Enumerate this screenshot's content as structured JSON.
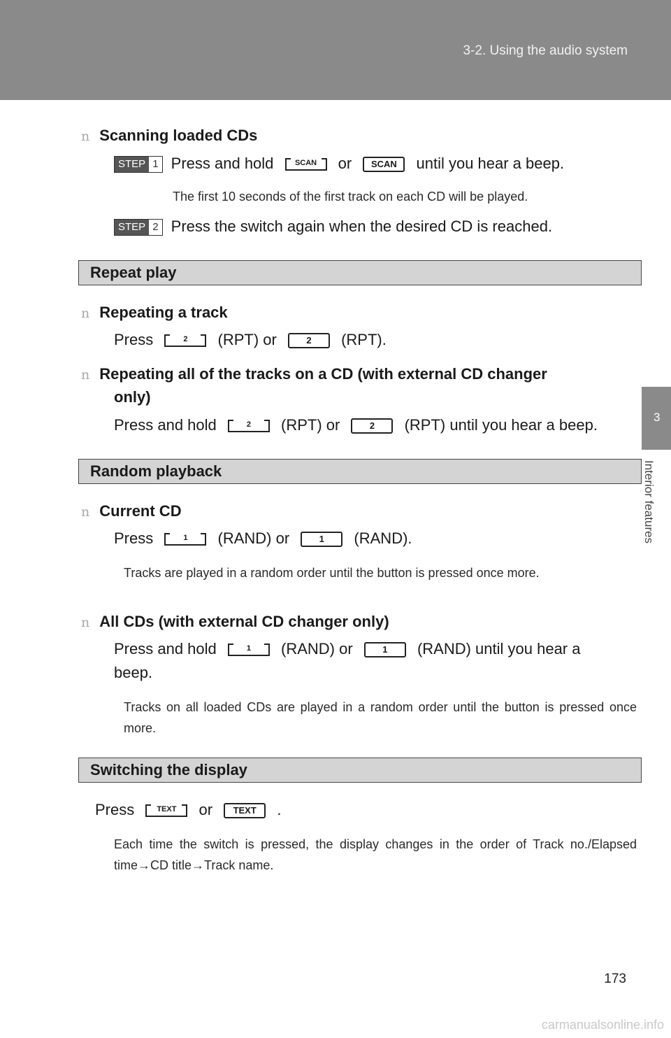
{
  "header": {
    "title": "3-2. Using the audio system"
  },
  "side_tab": {
    "number": "3",
    "label": "Interior features"
  },
  "bullet_glyph": "n",
  "scan": {
    "heading": "Scanning loaded CDs",
    "step1": {
      "badge": "STEP",
      "num": "1",
      "pre": "Press and hold",
      "key1": "SCAN",
      "or": "or",
      "key2": "SCAN",
      "post": "until you hear a beep."
    },
    "note": "The first 10 seconds of the first track on each CD will be played.",
    "step2": {
      "badge": "STEP",
      "num": "2",
      "text": "Press the switch again when the desired CD is reached."
    }
  },
  "repeat": {
    "title": "Repeat play",
    "track": {
      "heading": "Repeating a track",
      "pre": "Press",
      "key": "2",
      "mid": "(RPT) or",
      "post": "(RPT)."
    },
    "all": {
      "heading_l1": "Repeating all of the tracks on a CD (with external CD changer",
      "heading_l2": "only)",
      "pre": "Press and hold",
      "key": "2",
      "mid": "(RPT) or",
      "post": "(RPT) until you hear a beep."
    }
  },
  "random": {
    "title": "Random playback",
    "current": {
      "heading": "Current CD",
      "pre": "Press",
      "key": "1",
      "mid": "(RAND) or",
      "post": "(RAND).",
      "note": "Tracks are played in a random order until the button is pressed once more."
    },
    "all": {
      "heading": "All CDs (with external CD changer only)",
      "pre": "Press and hold",
      "key": "1",
      "mid": "(RAND) or",
      "post": "(RAND) until you hear a",
      "post2": "beep.",
      "note": "Tracks on all loaded CDs are played in a random order until the button is pressed once more."
    }
  },
  "display": {
    "title": "Switching the display",
    "pre": "Press",
    "key": "TEXT",
    "or": "or",
    "end": ".",
    "note": "Each time the switch is pressed, the display changes in the order of Track no./Elapsed time→CD title→Track name."
  },
  "page_number": "173",
  "watermark": "carmanualsonline.info"
}
